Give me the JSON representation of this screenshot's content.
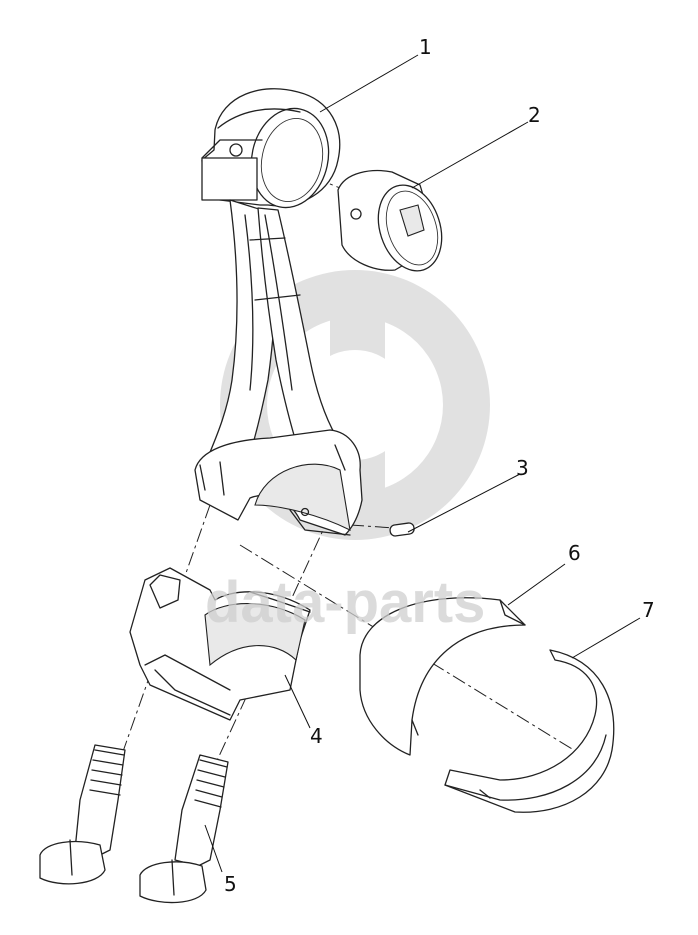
{
  "watermark": {
    "text": "data-parts",
    "color": "#cfcfcf",
    "logo_icon": "dp-logo-icon"
  },
  "callouts": [
    {
      "id": "1",
      "label": "1"
    },
    {
      "id": "2",
      "label": "2"
    },
    {
      "id": "3",
      "label": "3"
    },
    {
      "id": "4",
      "label": "4"
    },
    {
      "id": "5",
      "label": "5"
    },
    {
      "id": "6",
      "label": "6"
    },
    {
      "id": "7",
      "label": "7"
    }
  ],
  "colors": {
    "line": "#222222",
    "background": "#ffffff"
  }
}
